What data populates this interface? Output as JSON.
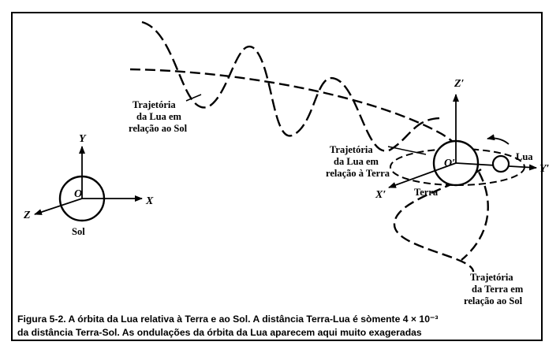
{
  "figure": {
    "sun": {
      "name": "Sol",
      "origin": "O",
      "axes": {
        "x": "X",
        "y": "Y",
        "z": "Z"
      }
    },
    "earth": {
      "name": "Terra",
      "origin": "O′",
      "axes": {
        "x": "X′",
        "y": "Y′",
        "z": "Z′"
      }
    },
    "moon": {
      "name": "Lua"
    },
    "labels": {
      "moon_vs_sun": [
        "Trajetória",
        "da Lua em",
        "relação ao Sol"
      ],
      "moon_vs_earth": [
        "Trajetória",
        "da Lua em",
        "relação à Terra"
      ],
      "earth_vs_sun": [
        "Trajetória",
        "da Terra em",
        "relação ao Sol"
      ]
    }
  },
  "caption": {
    "line1": "Figura 5-2. A órbita da Lua relativa à Terra e ao Sol. A distância Terra-Lua é sòmente 4 × 10⁻³",
    "line2": "da distância Terra-Sol. As ondulações da órbita da Lua aparecem aqui muito exageradas"
  }
}
